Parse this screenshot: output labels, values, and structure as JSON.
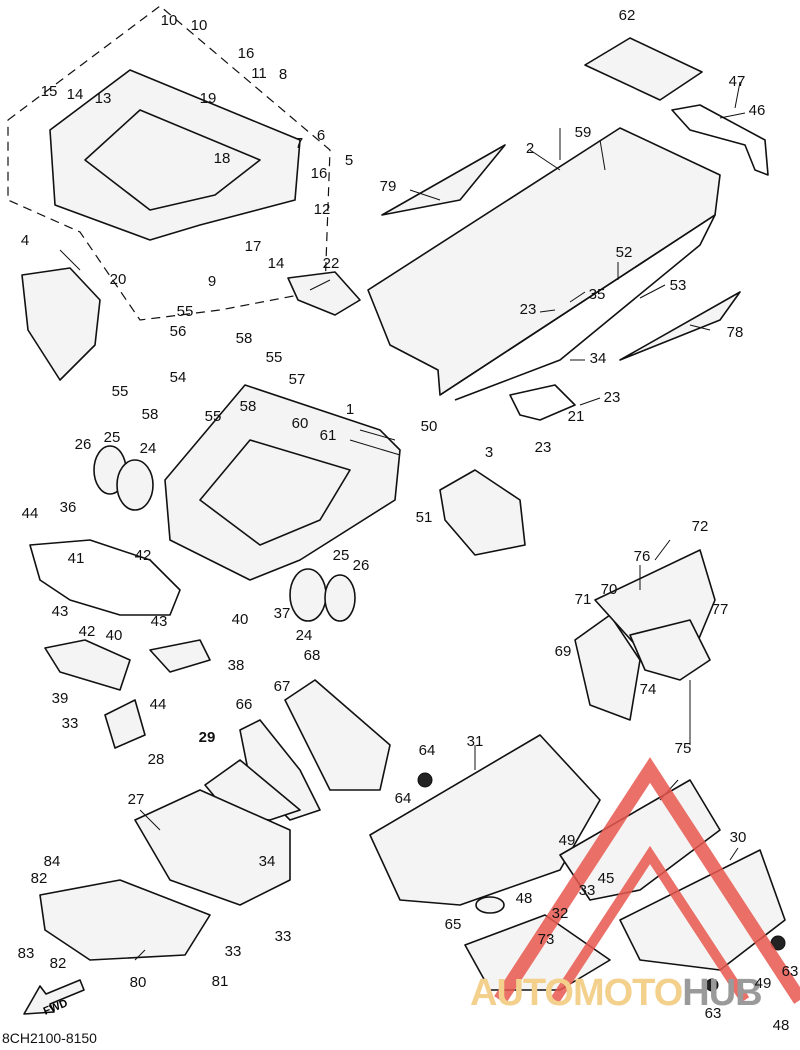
{
  "document_code": "8CH2100-8150",
  "fwd_label": "FWD",
  "watermark": {
    "text": "AUTOMOTOHUB",
    "segments": [
      "AUTOMOTO",
      "HUB"
    ],
    "colors": {
      "primary": "#e8584f",
      "secondary": "#f3d08c",
      "tertiary": "#9a9a9a"
    }
  },
  "callouts": [
    {
      "id": "62",
      "label": "62"
    },
    {
      "id": "47",
      "label": "47"
    },
    {
      "id": "46",
      "label": "46"
    },
    {
      "id": "59",
      "label": "59"
    },
    {
      "id": "2",
      "label": "2"
    },
    {
      "id": "79",
      "label": "79"
    },
    {
      "id": "52",
      "label": "52"
    },
    {
      "id": "53",
      "label": "53"
    },
    {
      "id": "35",
      "label": "35"
    },
    {
      "id": "23a",
      "label": "23"
    },
    {
      "id": "78",
      "label": "78"
    },
    {
      "id": "34a",
      "label": "34"
    },
    {
      "id": "23b",
      "label": "23"
    },
    {
      "id": "21",
      "label": "21"
    },
    {
      "id": "23c",
      "label": "23"
    },
    {
      "id": "10a",
      "label": "10"
    },
    {
      "id": "10b",
      "label": "10"
    },
    {
      "id": "16a",
      "label": "16"
    },
    {
      "id": "11",
      "label": "11"
    },
    {
      "id": "8",
      "label": "8"
    },
    {
      "id": "15",
      "label": "15"
    },
    {
      "id": "14a",
      "label": "14"
    },
    {
      "id": "13",
      "label": "13"
    },
    {
      "id": "19",
      "label": "19"
    },
    {
      "id": "6",
      "label": "6"
    },
    {
      "id": "7",
      "label": "7"
    },
    {
      "id": "5",
      "label": "5"
    },
    {
      "id": "18",
      "label": "18"
    },
    {
      "id": "16b",
      "label": "16"
    },
    {
      "id": "12",
      "label": "12"
    },
    {
      "id": "17",
      "label": "17"
    },
    {
      "id": "14b",
      "label": "14"
    },
    {
      "id": "9",
      "label": "9"
    },
    {
      "id": "4",
      "label": "4"
    },
    {
      "id": "20",
      "label": "20"
    },
    {
      "id": "22",
      "label": "22"
    },
    {
      "id": "55a",
      "label": "55"
    },
    {
      "id": "56",
      "label": "56"
    },
    {
      "id": "58a",
      "label": "58"
    },
    {
      "id": "55b",
      "label": "55"
    },
    {
      "id": "54",
      "label": "54"
    },
    {
      "id": "57",
      "label": "57"
    },
    {
      "id": "55c",
      "label": "55"
    },
    {
      "id": "58b",
      "label": "58"
    },
    {
      "id": "58c",
      "label": "58"
    },
    {
      "id": "55d",
      "label": "55"
    },
    {
      "id": "60",
      "label": "60"
    },
    {
      "id": "61",
      "label": "61"
    },
    {
      "id": "1",
      "label": "1"
    },
    {
      "id": "50",
      "label": "50"
    },
    {
      "id": "3",
      "label": "3"
    },
    {
      "id": "51",
      "label": "51"
    },
    {
      "id": "26a",
      "label": "26"
    },
    {
      "id": "25a",
      "label": "25"
    },
    {
      "id": "24a",
      "label": "24"
    },
    {
      "id": "44a",
      "label": "44"
    },
    {
      "id": "36",
      "label": "36"
    },
    {
      "id": "41",
      "label": "41"
    },
    {
      "id": "42a",
      "label": "42"
    },
    {
      "id": "43a",
      "label": "43"
    },
    {
      "id": "43b",
      "label": "43"
    },
    {
      "id": "42b",
      "label": "42"
    },
    {
      "id": "40a",
      "label": "40"
    },
    {
      "id": "40b",
      "label": "40"
    },
    {
      "id": "38",
      "label": "38"
    },
    {
      "id": "39",
      "label": "39"
    },
    {
      "id": "44b",
      "label": "44"
    },
    {
      "id": "33a",
      "label": "33"
    },
    {
      "id": "28",
      "label": "28"
    },
    {
      "id": "37",
      "label": "37"
    },
    {
      "id": "24b",
      "label": "24"
    },
    {
      "id": "25b",
      "label": "25"
    },
    {
      "id": "26b",
      "label": "26"
    },
    {
      "id": "72",
      "label": "72"
    },
    {
      "id": "76",
      "label": "76"
    },
    {
      "id": "71",
      "label": "71"
    },
    {
      "id": "70",
      "label": "70"
    },
    {
      "id": "77",
      "label": "77"
    },
    {
      "id": "69",
      "label": "69"
    },
    {
      "id": "74",
      "label": "74"
    },
    {
      "id": "68",
      "label": "68"
    },
    {
      "id": "67",
      "label": "67"
    },
    {
      "id": "66",
      "label": "66"
    },
    {
      "id": "29",
      "label": "29",
      "bold": true
    },
    {
      "id": "64a",
      "label": "64"
    },
    {
      "id": "31",
      "label": "31"
    },
    {
      "id": "75",
      "label": "75"
    },
    {
      "id": "27",
      "label": "27"
    },
    {
      "id": "64b",
      "label": "64"
    },
    {
      "id": "49a",
      "label": "49"
    },
    {
      "id": "30",
      "label": "30"
    },
    {
      "id": "84",
      "label": "84"
    },
    {
      "id": "82a",
      "label": "82"
    },
    {
      "id": "34b",
      "label": "34"
    },
    {
      "id": "45",
      "label": "45"
    },
    {
      "id": "48a",
      "label": "48"
    },
    {
      "id": "33b",
      "label": "33"
    },
    {
      "id": "32",
      "label": "32"
    },
    {
      "id": "65",
      "label": "65"
    },
    {
      "id": "73",
      "label": "73"
    },
    {
      "id": "83",
      "label": "83"
    },
    {
      "id": "82b",
      "label": "82"
    },
    {
      "id": "33c",
      "label": "33"
    },
    {
      "id": "33d",
      "label": "33"
    },
    {
      "id": "80",
      "label": "80"
    },
    {
      "id": "81",
      "label": "81"
    },
    {
      "id": "63a",
      "label": "63"
    },
    {
      "id": "49b",
      "label": "49"
    },
    {
      "id": "63b",
      "label": "63"
    },
    {
      "id": "48b",
      "label": "48"
    }
  ]
}
